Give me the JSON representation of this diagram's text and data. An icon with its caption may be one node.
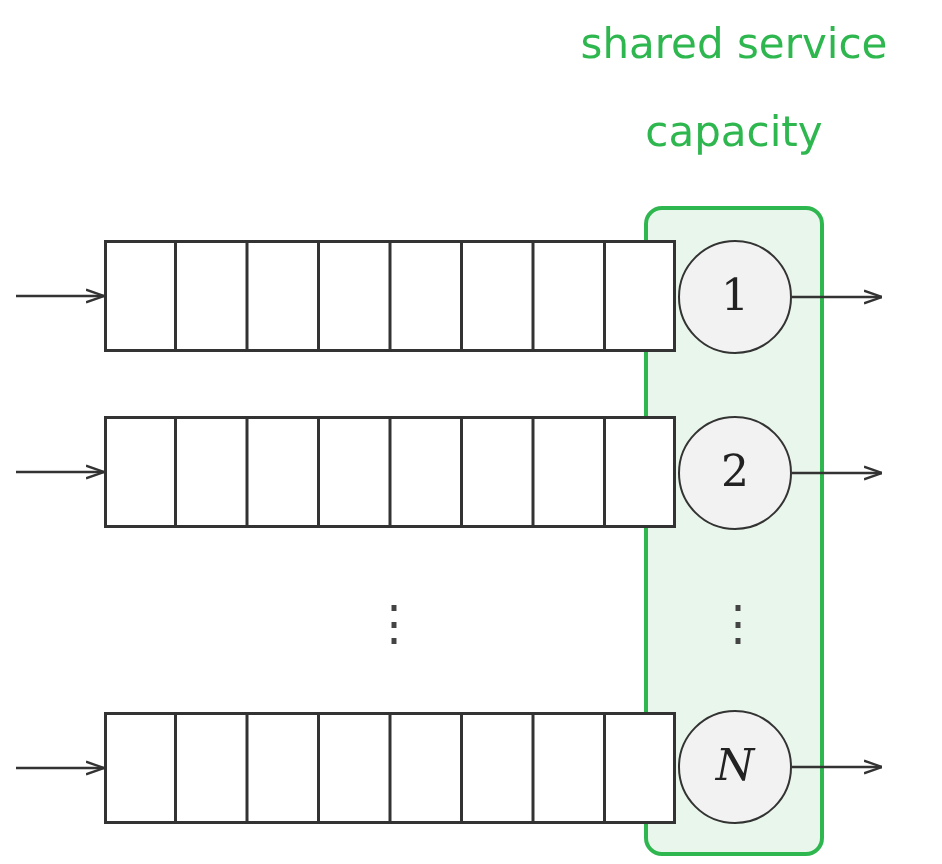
{
  "diagram": {
    "nodes": [
      {
        "text": [
          "shared service capacity"
        ]
      },
      {
        "text": [],
        "shape": "box"
      },
      {
        "text": [
          "1"
        ],
        "in": 0
      },
      {
        "text": [],
        "shape": "box"
      },
      {
        "text": [
          "2"
        ],
        "in": 0
      },
      {
        "text": [],
        "shape": "box"
      },
      {
        "text": [
          "N"
        ],
        "in": 0
      }
    ],
    "edges": [
      {
        "from": null,
        "to": 1,
        "arrow": "to"
      },
      {
        "from": null,
        "to": 3,
        "arrow": "to"
      },
      {
        "from": null,
        "to": 5,
        "arrow": "to"
      },
      {
        "from": 2,
        "to": null,
        "arrow": "to"
      },
      {
        "from": 4,
        "to": null,
        "arrow": "to"
      },
      {
        "from": 6,
        "to": null,
        "arrow": "to"
      }
    ],
    "labels": [
      "⋮",
      "⋮"
    ]
  }
}
